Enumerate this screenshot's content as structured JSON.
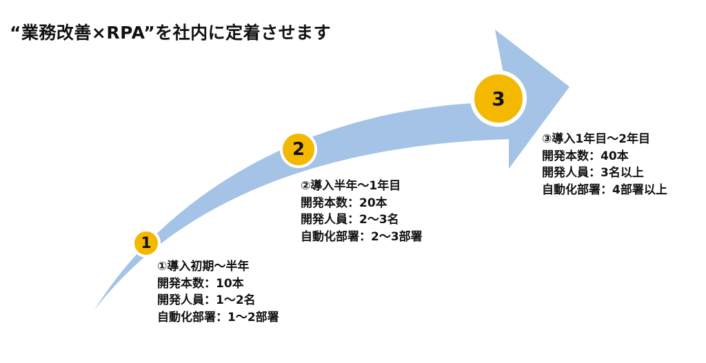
{
  "title": "“業務改善×RPA”を社内に定着させます",
  "colors": {
    "arrow": "#a4c3e6",
    "badge": "#f5b800",
    "badge_border": "#ffffff",
    "text": "#111111"
  },
  "stages": [
    {
      "number": "1",
      "heading": "①導入初期～半年",
      "dev_count": "開発本数：10本",
      "developers": "開発人員：1～2名",
      "departments": "自動化部署：1～2部署"
    },
    {
      "number": "2",
      "heading": "②導入半年～1年目",
      "dev_count": "開発本数：20本",
      "developers": "開発人員：2～3名",
      "departments": "自動化部署：2～3部署"
    },
    {
      "number": "3",
      "heading": "③導入1年目～2年目",
      "dev_count": "開発本数：40本",
      "developers": "開発人員：3名以上",
      "departments": "自動化部署：4部署以上"
    }
  ]
}
